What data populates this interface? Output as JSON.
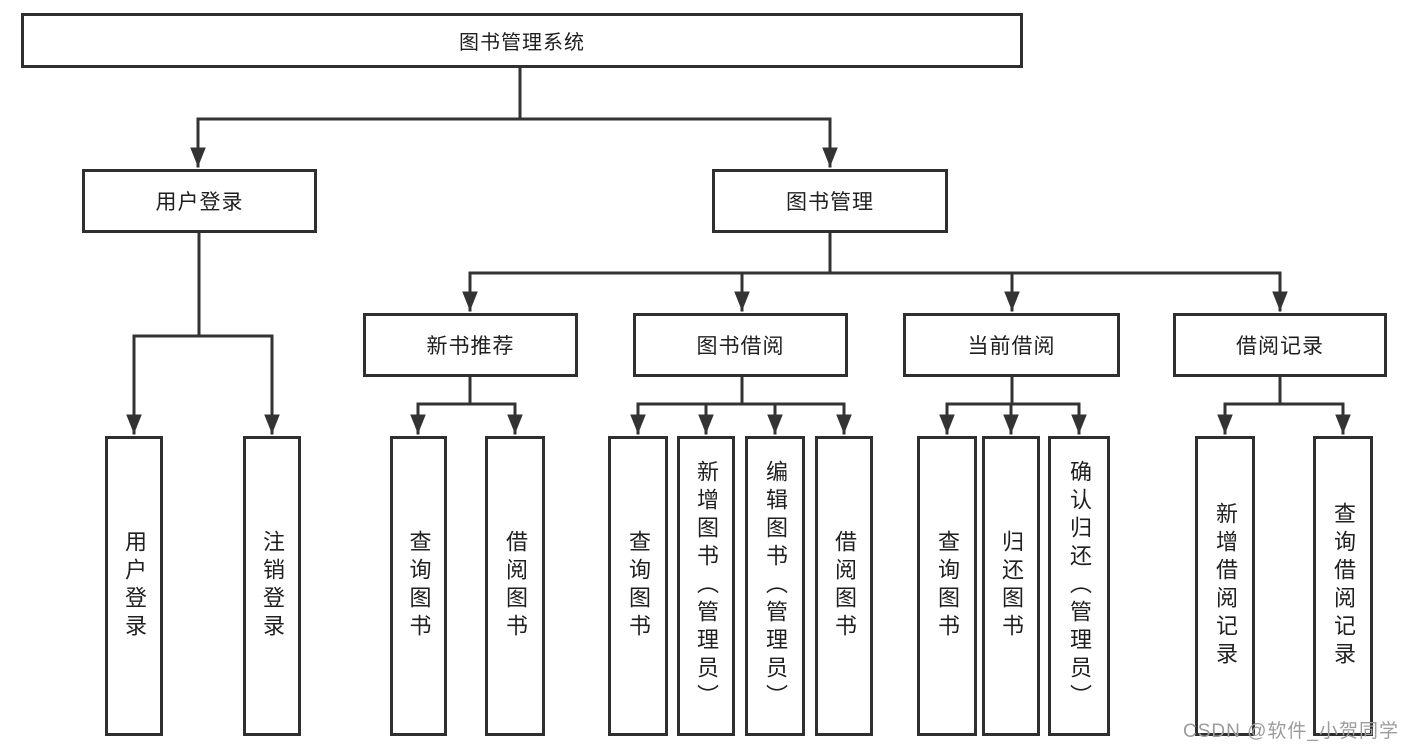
{
  "colors": {
    "line": "#333333",
    "box_border": "#2f2f2f",
    "box_fill": "#ffffff",
    "text": "#1f1f1f",
    "watermark": "#9c9c9c",
    "background": "#ffffff"
  },
  "watermark": {
    "text": "CSDN @软件_小贺同学"
  },
  "tree": {
    "root": {
      "label": "图书管理系统"
    },
    "children": [
      {
        "label": "用户登录",
        "children": [
          {
            "label": "用户登录"
          },
          {
            "label": "注销登录"
          }
        ]
      },
      {
        "label": "图书管理",
        "children": [
          {
            "label": "新书推荐",
            "children": [
              {
                "label": "查询图书"
              },
              {
                "label": "借阅图书"
              }
            ]
          },
          {
            "label": "图书借阅",
            "children": [
              {
                "label": "查询图书"
              },
              {
                "label": "新增图书（管理员）"
              },
              {
                "label": "编辑图书（管理员）"
              },
              {
                "label": "借阅图书"
              }
            ]
          },
          {
            "label": "当前借阅",
            "children": [
              {
                "label": "查询图书"
              },
              {
                "label": "归还图书"
              },
              {
                "label": "确认归还（管理员）"
              }
            ]
          },
          {
            "label": "借阅记录",
            "children": [
              {
                "label": "新增借阅记录"
              },
              {
                "label": "查询借阅记录"
              }
            ]
          }
        ]
      }
    ]
  }
}
